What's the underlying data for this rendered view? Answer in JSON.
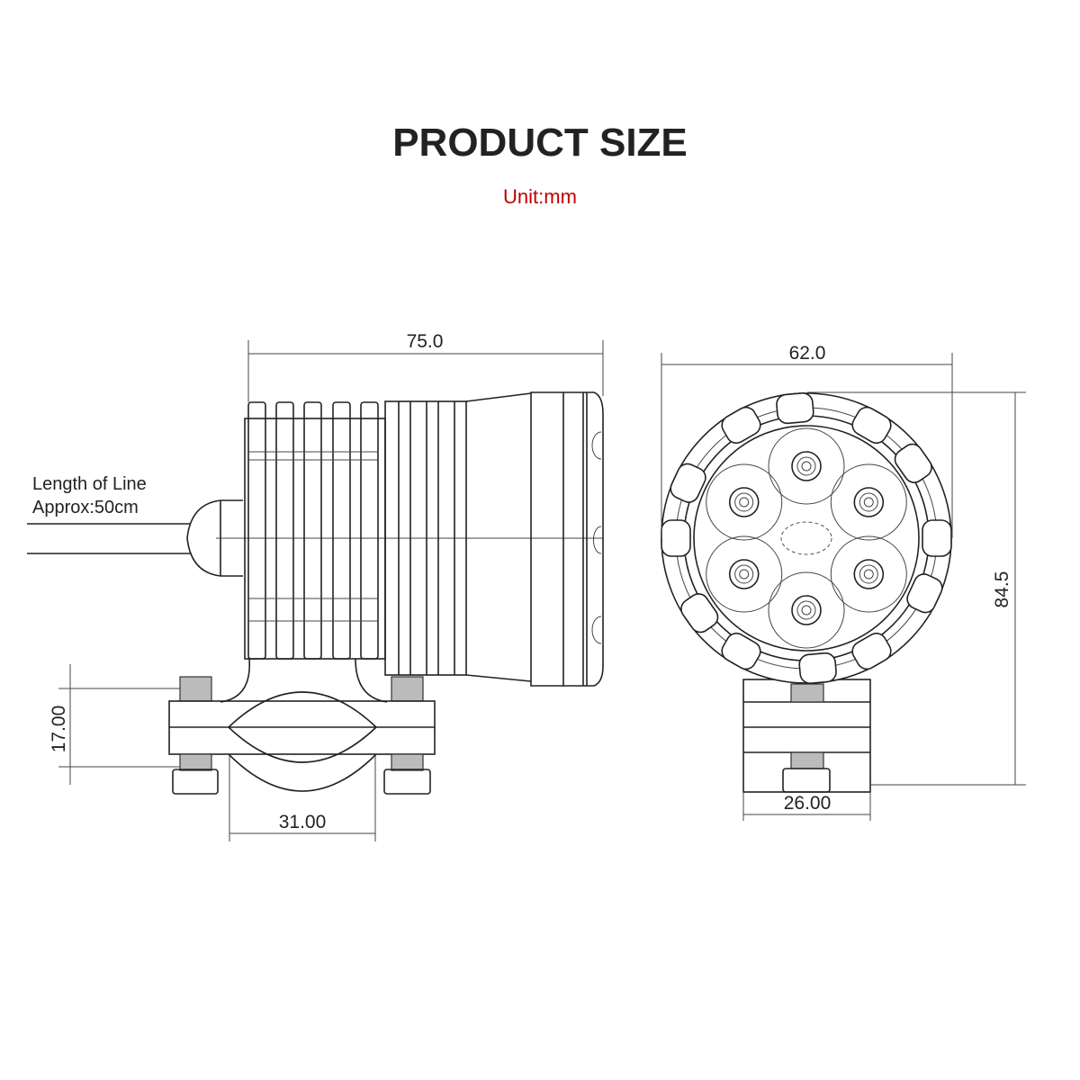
{
  "title": "PRODUCT SIZE",
  "unit": "Unit:mm",
  "accent_color": "#c00000",
  "cable_note": {
    "line1": "Length of Line",
    "line2": "Approx:50cm"
  },
  "dimensions": {
    "side_length": "75.0",
    "clamp_height": "17.00",
    "clamp_width": "31.00",
    "front_diameter": "62.0",
    "front_height": "84.5",
    "bracket_width": "26.00"
  }
}
